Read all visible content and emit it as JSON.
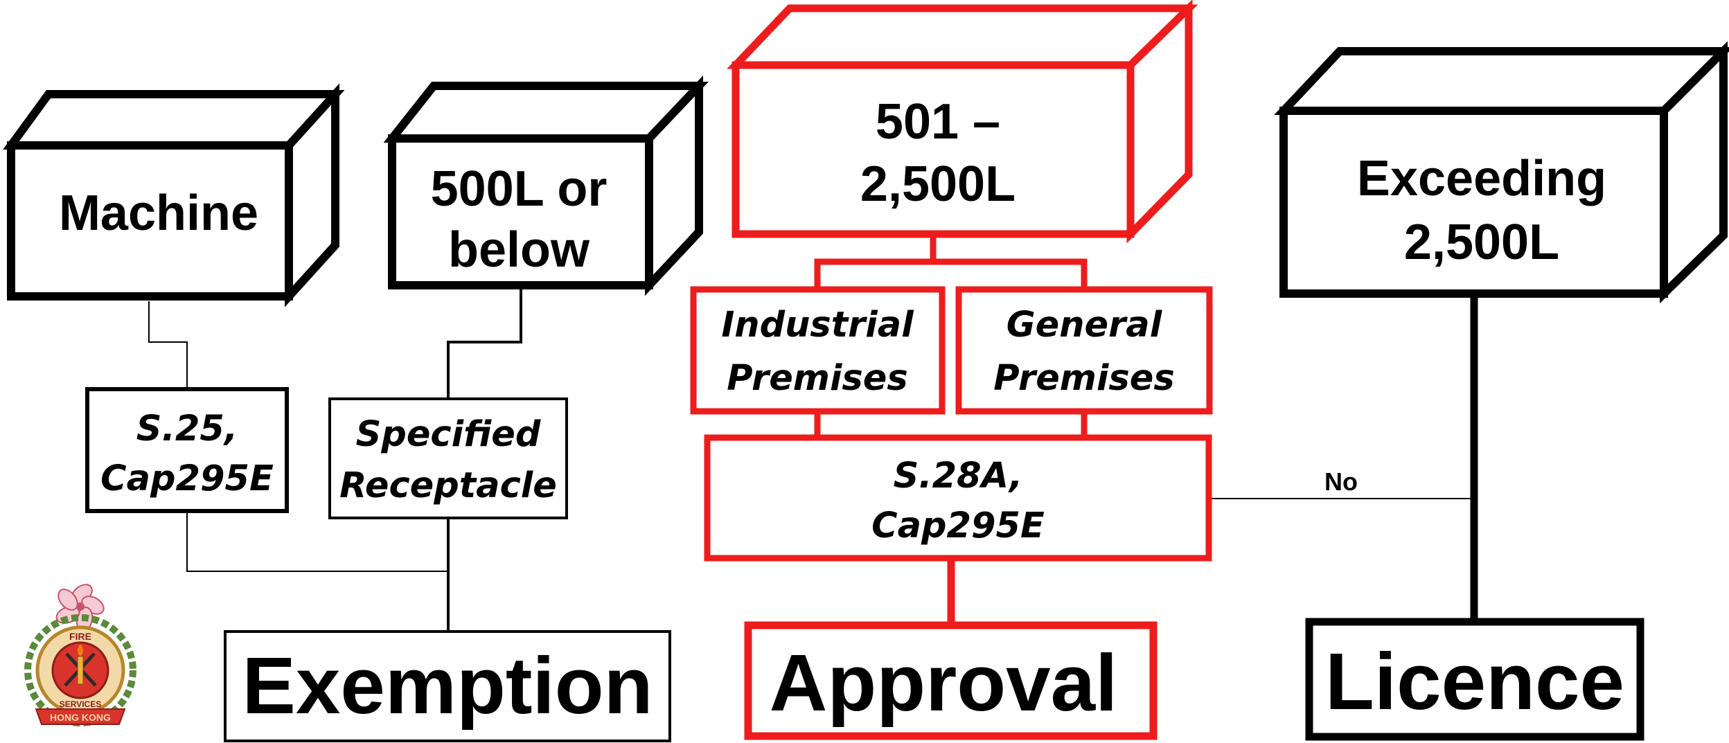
{
  "colors": {
    "black": "#000000",
    "red": "#ee1c1c",
    "white": "#ffffff"
  },
  "boxes": {
    "machine": {
      "line1": "Machine"
    },
    "below500": {
      "line1": "500L or",
      "line2": "below"
    },
    "range": {
      "line1": "501 –",
      "line2": "2,500L"
    },
    "exceeding": {
      "line1": "Exceeding",
      "line2": "2,500L"
    }
  },
  "labels": {
    "s25": {
      "line1": "S.25,",
      "line2": "Cap295E"
    },
    "specified": {
      "line1": "Specified",
      "line2": "Receptacle"
    },
    "industrial": {
      "line1": "Industrial",
      "line2": "Premises"
    },
    "general": {
      "line1": "General",
      "line2": "Premises"
    },
    "s28a": {
      "line1": "S.28A,",
      "line2": "Cap295E"
    },
    "no": "No"
  },
  "outcomes": {
    "exemption": "Exemption",
    "approval": "Approval",
    "licence": "Licence"
  },
  "logo": {
    "top_text": "FIRE",
    "middle_text": "SERVICES",
    "banner_text": "HONG KONG",
    "icon": "fire-services-crest-icon"
  }
}
